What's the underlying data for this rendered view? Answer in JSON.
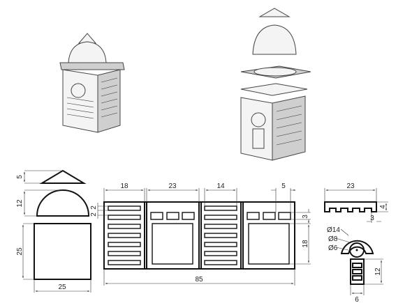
{
  "dimensions": {
    "roof_height": "5",
    "dome_height": "12",
    "body_height": "25",
    "body_width": "25",
    "panel_slats_width": "18",
    "panel_window_width": "23",
    "panel_inner_width": "14",
    "small_window_width": "5",
    "slat_spacing_a": "2",
    "slat_spacing_b": "2",
    "total_length": "85",
    "small_window_height": "3",
    "window_height": "18",
    "crown_width": "23",
    "crown_height": "4",
    "crown_notch": "3",
    "arch_outer_dia": "Ø14",
    "arch_mid_dia": "Ø8",
    "arch_inner_dia": "Ø6",
    "door_height": "12",
    "door_width": "6"
  }
}
